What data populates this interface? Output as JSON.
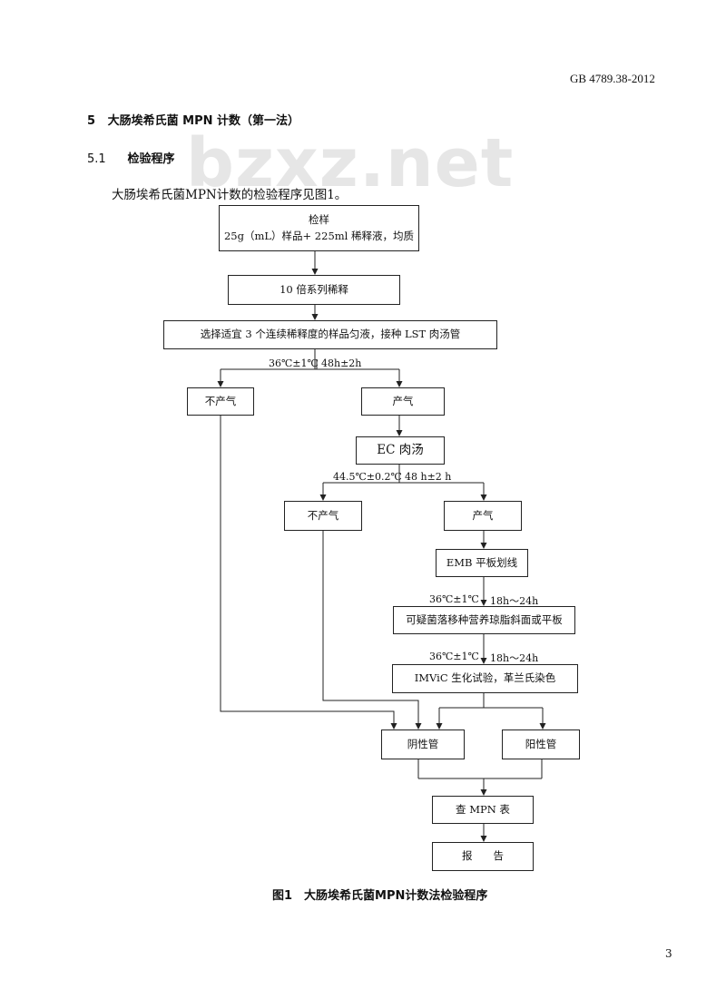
{
  "header": {
    "standard_number": "GB 4789.38-2012"
  },
  "watermark": "bzxz.net",
  "section": {
    "number": "5",
    "title": "大肠埃希氏菌 MPN 计数（第一法）",
    "subsection_number": "5.1",
    "subsection_title": "检验程序",
    "intro": "大肠埃希氏菌MPN计数的检验程序见图1。"
  },
  "flowchart": {
    "sample_title": "检样",
    "sample_desc": "25g（mL）样品+ 225ml 稀释液，均质",
    "dilution": "10 倍系列稀释",
    "inoculate": "选择适宜 3 个连续稀释度的样品匀液，接种 LST 肉汤管",
    "lst_temp": "36℃±1℃",
    "lst_time": "48h±2h",
    "lst_no_gas": "不产气",
    "lst_gas": "产气",
    "ec_broth": "EC 肉汤",
    "ec_temp": "44.5℃±0.2℃",
    "ec_time": "48 h±2 h",
    "ec_no_gas": "不产气",
    "ec_gas": "产气",
    "emb": "EMB 平板划线",
    "emb_temp": "36℃±1℃",
    "emb_time": "18h～24h",
    "transfer": "可疑菌落移种营养琼脂斜面或平板",
    "transfer_temp": "36℃±1℃",
    "transfer_time": "18h～24h",
    "imvic": "IMViC 生化试验，革兰氏染色",
    "negative": "阴性管",
    "positive": "阳性管",
    "mpn_table": "查 MPN 表",
    "report": "报　　告"
  },
  "caption": "图1　大肠埃希氏菌MPN计数法检验程序",
  "page_number": "3"
}
